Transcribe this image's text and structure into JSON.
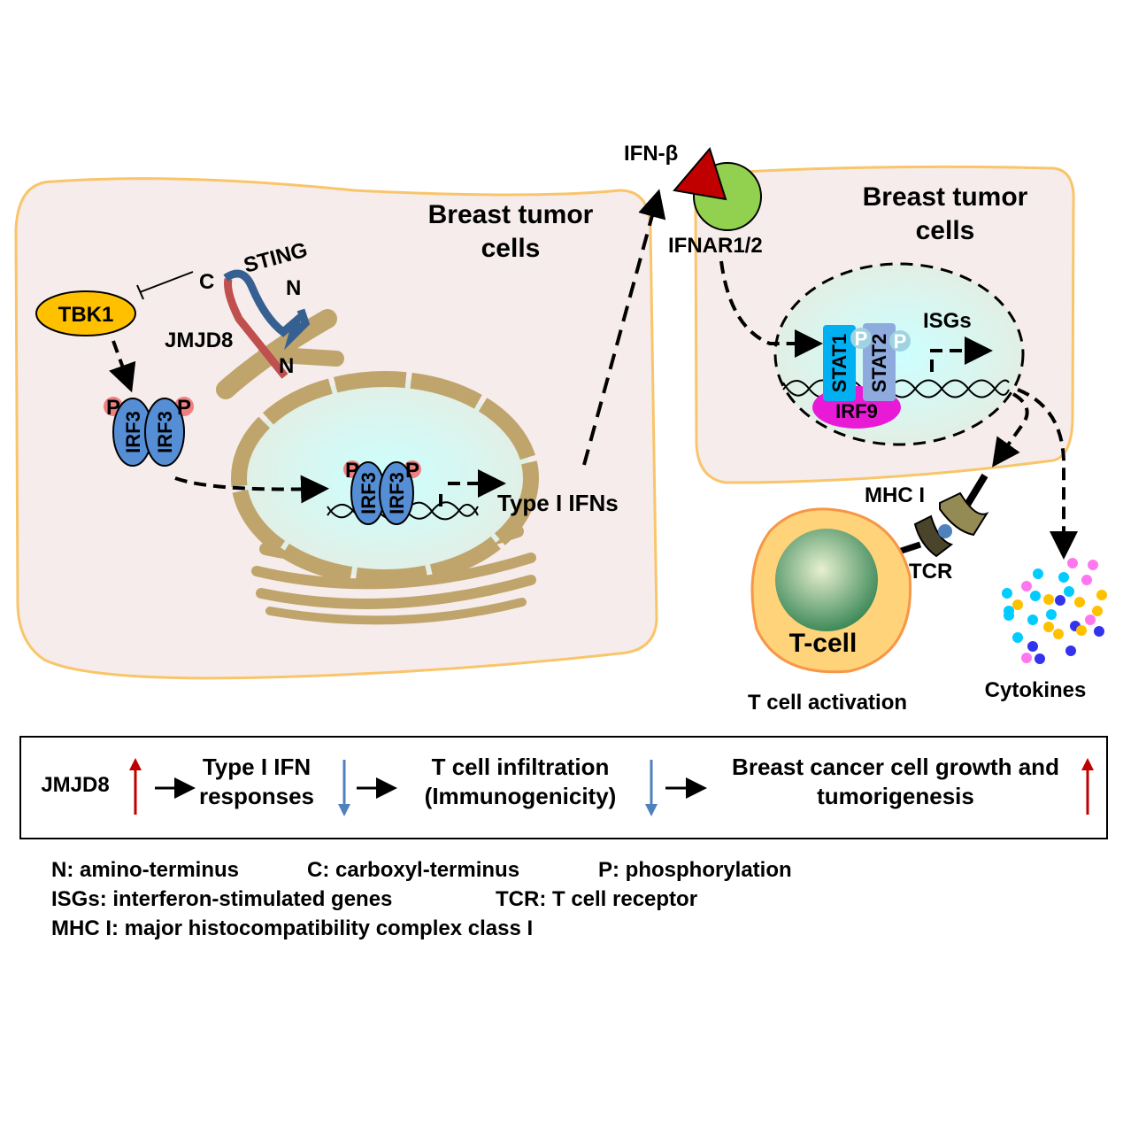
{
  "left_cell": {
    "title_line1": "Breast tumor",
    "title_line2": "cells"
  },
  "right_cell": {
    "title_line1": "Breast tumor",
    "title_line2": "cells"
  },
  "labels": {
    "tbk1": "TBK1",
    "sting": "STING",
    "jmjd8": "JMJD8",
    "c_terminus": "C",
    "n_terminus_sting": "N",
    "n_terminus_jmjd8": "N",
    "irf3": "IRF3",
    "phospho": "P",
    "type_i_ifns": "Type I IFNs",
    "ifn_beta": "IFN-β",
    "ifnar": "IFNAR1/2",
    "stat1": "STAT1",
    "stat2": "STAT2",
    "irf9": "IRF9",
    "isgs": "ISGs",
    "mhc_i": "MHC I",
    "tcr": "TCR",
    "t_cell": "T-cell",
    "t_cell_activation": "T cell activation",
    "cytokines": "Cytokines"
  },
  "summary_box": {
    "jmjd8": "JMJD8",
    "step1_line1": "Type I IFN",
    "step1_line2": "responses",
    "step2_line1": "T cell infiltration",
    "step2_line2": "(Immunogenicity)",
    "step3_line1": "Breast cancer cell growth and",
    "step3_line2": "tumorigenesis",
    "arrow_up_color": "#c00000",
    "arrow_down_color": "#4f81bd"
  },
  "legend": {
    "n": "N: amino-terminus",
    "c": "C: carboxyl-terminus",
    "p": "P: phosphorylation",
    "isgs": "ISGs: interferon-stimulated genes",
    "tcr": "TCR: T cell receptor",
    "mhc": "MHC I: major histocompatibility complex class I"
  },
  "colors": {
    "cell_fill": "#f7ecec",
    "cell_border": "#f9c56a",
    "tbk1": "#ffc000",
    "irf3": "#558ed5",
    "stat1": "#00b0f0",
    "stat2": "#8faadc",
    "irf9": "#e91ad6",
    "ifn_beta": "#c00000",
    "ifnar": "#92d050"
  }
}
